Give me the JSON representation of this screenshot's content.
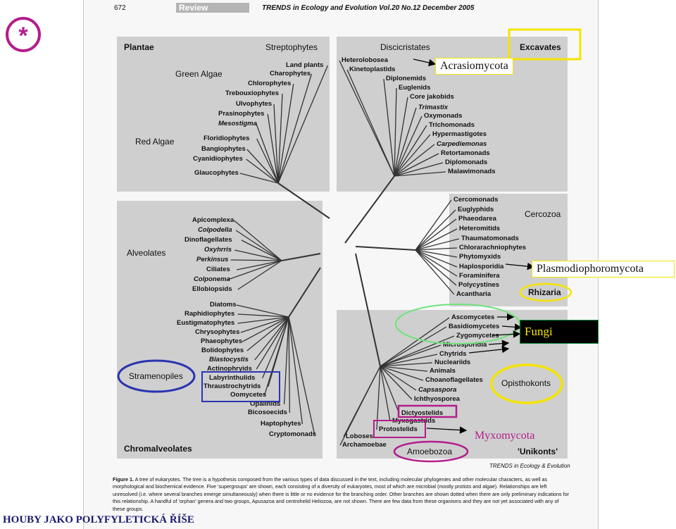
{
  "header": {
    "page_number": "672",
    "section": "Review",
    "journal": "TRENDS in Ecology and Evolution  Vol.20 No.12  December 2005"
  },
  "supergroups": {
    "plantae": "Plantae",
    "green_algae": "Green Algae",
    "red_algae": "Red Algae",
    "streptophytes": "Streptophytes",
    "discicristates": "Discicristates",
    "excavates": "Excavates",
    "alveolates": "Alveolates",
    "stramenopiles": "Stramenopiles",
    "chromalveolates": "Chromalveolates",
    "cercozoa": "Cercozoa",
    "rhizaria": "Rhizaria",
    "opisthokonts": "Opisthokonts",
    "amoebozoa": "Amoebozoa",
    "unikonts": "'Unikonts'"
  },
  "taxa": {
    "plantae": [
      "Land plants",
      "Charophytes",
      "Chlorophytes",
      "Trebouxiophytes",
      "Ulvophytes",
      "Prasinophytes",
      "Mesostigma",
      "Floridiophytes",
      "Bangiophytes",
      "Cyanidiophytes",
      "Glaucophytes"
    ],
    "excavates": [
      "Heterolobosea",
      "Kinetoplastids",
      "Diplonemids",
      "Euglenids",
      "Core jakobids",
      "Trimastix",
      "Oxymonads",
      "Trichomonads",
      "Hypermastigotes",
      "Carpediemonas",
      "Retortamonads",
      "Diplomonads",
      "Malawimonads"
    ],
    "alveolates": [
      "Apicomplexa",
      "Colpodella",
      "Dinoflagellates",
      "Oxyhrris",
      "Perkinsus",
      "Ciliates",
      "Colponema",
      "Ellobiopsids"
    ],
    "stramenopiles": [
      "Diatoms",
      "Raphidiophytes",
      "Eustigmatophytes",
      "Chrysophytes",
      "Phaeophytes",
      "Bolidophytes",
      "Blastocystis",
      "Actinophryids",
      "Labyrinthulids",
      "Thraustrochytrids",
      "Oomycetes",
      "Opalinids",
      "Bicosoecids",
      "Haptophytes",
      "Cryptomonads"
    ],
    "rhizaria": [
      "Cercomonads",
      "Euglyphids",
      "Phaeodarea",
      "Heteromitids",
      "Thaumatomonads",
      "Chlorarachniophytes",
      "Phytomyxids",
      "Haplosporidia",
      "Foraminifera",
      "Polycystines",
      "Acantharia"
    ],
    "unikonts": [
      "Ascomycetes",
      "Basidiomycetes",
      "Zygomycetes",
      "Microsporidia",
      "Chytrids",
      "Nucleariids",
      "Animals",
      "Choanoflagellates",
      "Capsaspora",
      "Ichthyosporea",
      "Dictyostelids",
      "Myxogastrids",
      "Protostelids",
      "Loboses",
      "Archamoebae"
    ]
  },
  "italic_taxa": [
    "Mesostigma",
    "Trimastix",
    "Carpediemonas",
    "Colpodella",
    "Oxyhrris",
    "Perkinsus",
    "Colponema",
    "Blastocystis",
    "Capsaspora"
  ],
  "credit": "TRENDS in Ecology & Evolution",
  "caption": {
    "label": "Figure 1.",
    "text": "A tree of eukaryotes. The tree is a hypothesis composed from the various types of data discussed in the text, including molecular phylogenies and other molecular characters, as well as morphological and biochemical evidence. Five 'supergroups' are shown, each consisting of a diversity of eukaryotes, most of which are microbial (mostly protists and algae). Relationships are left unresolved (i.e. where several branches emerge simultaneously) when there is little or no evidence for the branching order. Other branches are shown dotted when there are only preliminary indications for this relationship. A handful of 'orphan' genera and two groups, Apusazoa and centrohelid Heliozoa, are not shown. There are few data from these organisms and they are not yet associated with any of these groups."
  },
  "annotations": {
    "acrasiomycota": "Acrasiomycota",
    "plasmodiophoromycota": "Plasmodiophoromycota",
    "fungi": "Fungi",
    "myxomycota": "Myxomycota"
  },
  "footer": "HOUBY JAKO POLYFYLETICKÁ ŘÍŠE",
  "logo_symbol": "*",
  "colors": {
    "magenta": "#b21e8b",
    "yellow": "#f5e400",
    "blue": "#2a34b0",
    "green": "#6fe27a",
    "fungi_box": "#000000",
    "fungi_border": "#0a8a3a",
    "panel": "#cfcfcf"
  }
}
